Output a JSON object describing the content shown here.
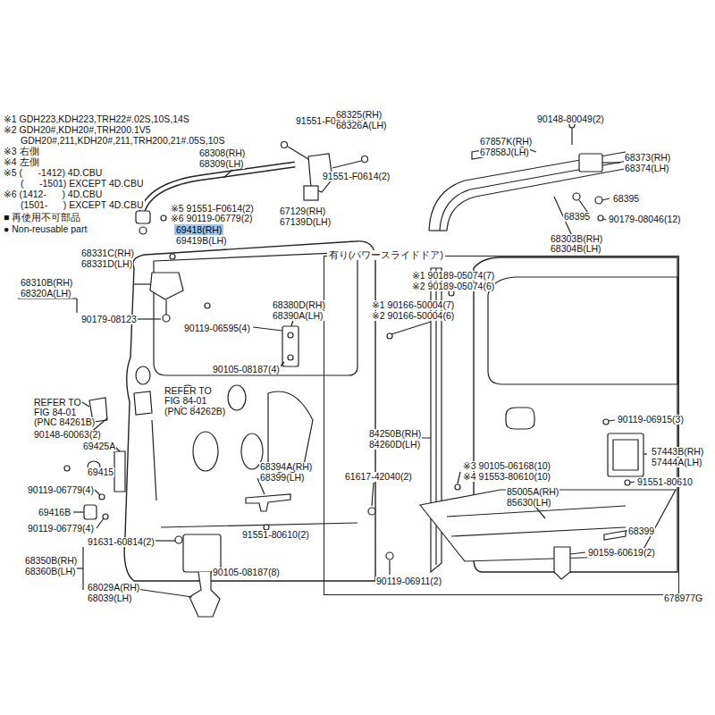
{
  "diagram": {
    "nodes": [
      {
        "text": [
          "有り(パワースライドドア)"
        ]
      },
      {
        "text": [
          "69418(RH)"
        ]
      }
    ],
    "labels": [
      "※1 GDH223,KDH223,TRH22#.02S,10S,14S",
      "※2 GDH20#,KDH20#,TRH200.1V5",
      "GDH20#,211,KDH20#,211,TRH200,21#.05S,10S",
      "※3 右側",
      "※4 左側",
      "※5 (      -1412) 4D.CBU",
      "(      -1501) EXCEPT 4D.CBU",
      "※6 (1412-      ) 4D.CBU",
      "(1501-      ) EXCEPT 4D.CBU",
      "■ 再使用不可部品",
      "● Non-reusable part",
      "91551-F0614(2)",
      "68325(RH)",
      "68326A(LH)",
      "68308(RH)",
      "68309(LH)",
      "91551-F0614(2)",
      "67129(RH)",
      "67139D(LH)",
      "※5 91551-F0614(2)",
      "※6 90119-06779(2)",
      "69419B(LH)",
      "90148-80049(2)",
      "67857K(RH)",
      "67858J(LH)",
      "68373(RH)",
      "68374(LH)",
      "68395",
      "68395",
      "90179-08046(12)",
      "68303B(RH)",
      "68304B(LH)",
      "68331C(RH)",
      "68331D(LH)",
      "68310B(RH)",
      "68320A(LH)",
      "90179-08123",
      "90119-06595(4)",
      "68380D(RH)",
      "68390A(LH)",
      "90105-08187(4)",
      "REFER TO",
      "FIG 84-01",
      "(PNC 84261B)",
      "REFER TO",
      "FIG 84-01",
      "(PNC 84262B)",
      "90148-60063(2)",
      "69425A",
      "69415",
      "90119-06779(4)",
      "68394A(RH)",
      "68399(LH)",
      "69416B",
      "90119-06779(4)",
      "91631-60814(2)",
      "91551-80610(2)",
      "68350B(RH)",
      "68360B(LH)",
      "90105-08187(8)",
      "68029A(RH)",
      "68039(LH)",
      "※1 90189-05074(7)",
      "※2 90189-05074(6)",
      "※1 90166-50004(7)",
      "※2 90166-50004(6)",
      "84250B(RH)",
      "84260D(LH)",
      "61617-42040(2)",
      "※3 90105-06168(10)",
      "※4 91553-80610(10)",
      "90119-06915(3)",
      "57443B(RH)",
      "57444A(LH)",
      "91551-80610",
      "85005A(RH)",
      "85630(LH)",
      "68399",
      "90159-60619(2)",
      "90119-06911(2)",
      "678977G"
    ]
  }
}
